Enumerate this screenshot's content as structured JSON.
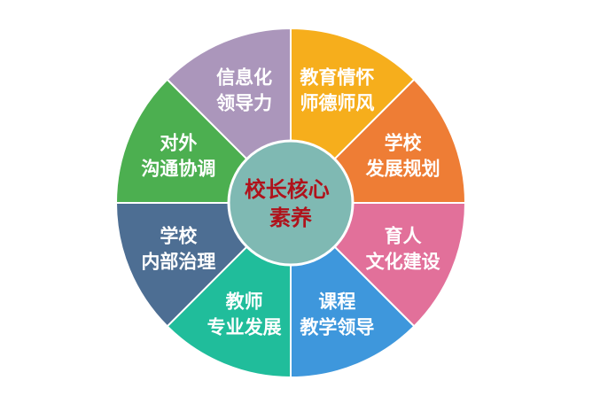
{
  "center": {
    "lines": [
      "校长核心",
      "素养"
    ],
    "fill": "#7fb9b3",
    "text_color": "#b0121b"
  },
  "segments": [
    {
      "id": "vision",
      "lines": [
        "教育情怀",
        "师德师风"
      ],
      "color": "#f6ae1c"
    },
    {
      "id": "planning",
      "lines": [
        "学校",
        "发展规划"
      ],
      "color": "#ee7d35"
    },
    {
      "id": "culture",
      "lines": [
        "育人",
        "文化建设"
      ],
      "color": "#e2709a"
    },
    {
      "id": "curriculum",
      "lines": [
        "课程",
        "教学领导"
      ],
      "color": "#3e97dc"
    },
    {
      "id": "teacher",
      "lines": [
        "教师",
        "专业发展"
      ],
      "color": "#20bd9b"
    },
    {
      "id": "governance",
      "lines": [
        "学校",
        "内部治理"
      ],
      "color": "#4d6e93"
    },
    {
      "id": "communication",
      "lines": [
        "对外",
        "沟通协调"
      ],
      "color": "#4caf50"
    },
    {
      "id": "informatization",
      "lines": [
        "信息化",
        "领导力"
      ],
      "color": "#ab96bb"
    }
  ]
}
